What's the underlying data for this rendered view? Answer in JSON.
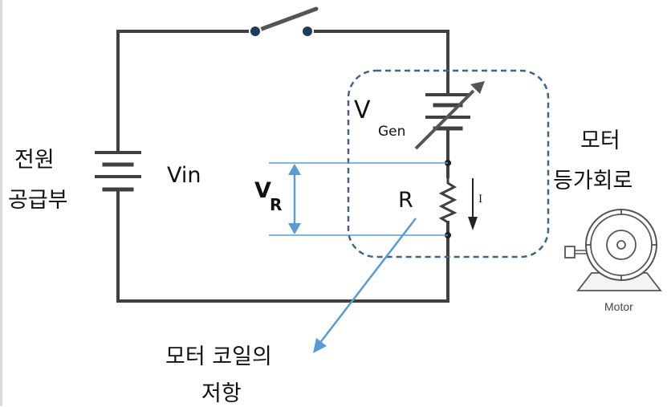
{
  "labels": {
    "power_supply_line1": "전원",
    "power_supply_line2": "공급부",
    "vin": "Vin",
    "v_gen_main": "V",
    "v_gen_sub": "Gen",
    "v_r_main": "V",
    "v_r_sub": "R",
    "r": "R",
    "current": "I",
    "motor_equiv_line1": "모터",
    "motor_equiv_line2": "등가회로",
    "coil_resistance_line1": "모터 코일의",
    "coil_resistance_line2": "저항",
    "motor_caption": "Motor"
  },
  "colors": {
    "wire": "#404040",
    "annotation_blue": "#5b9bd5",
    "dashed_box": "#41658a",
    "motor_gray": "#555555"
  }
}
